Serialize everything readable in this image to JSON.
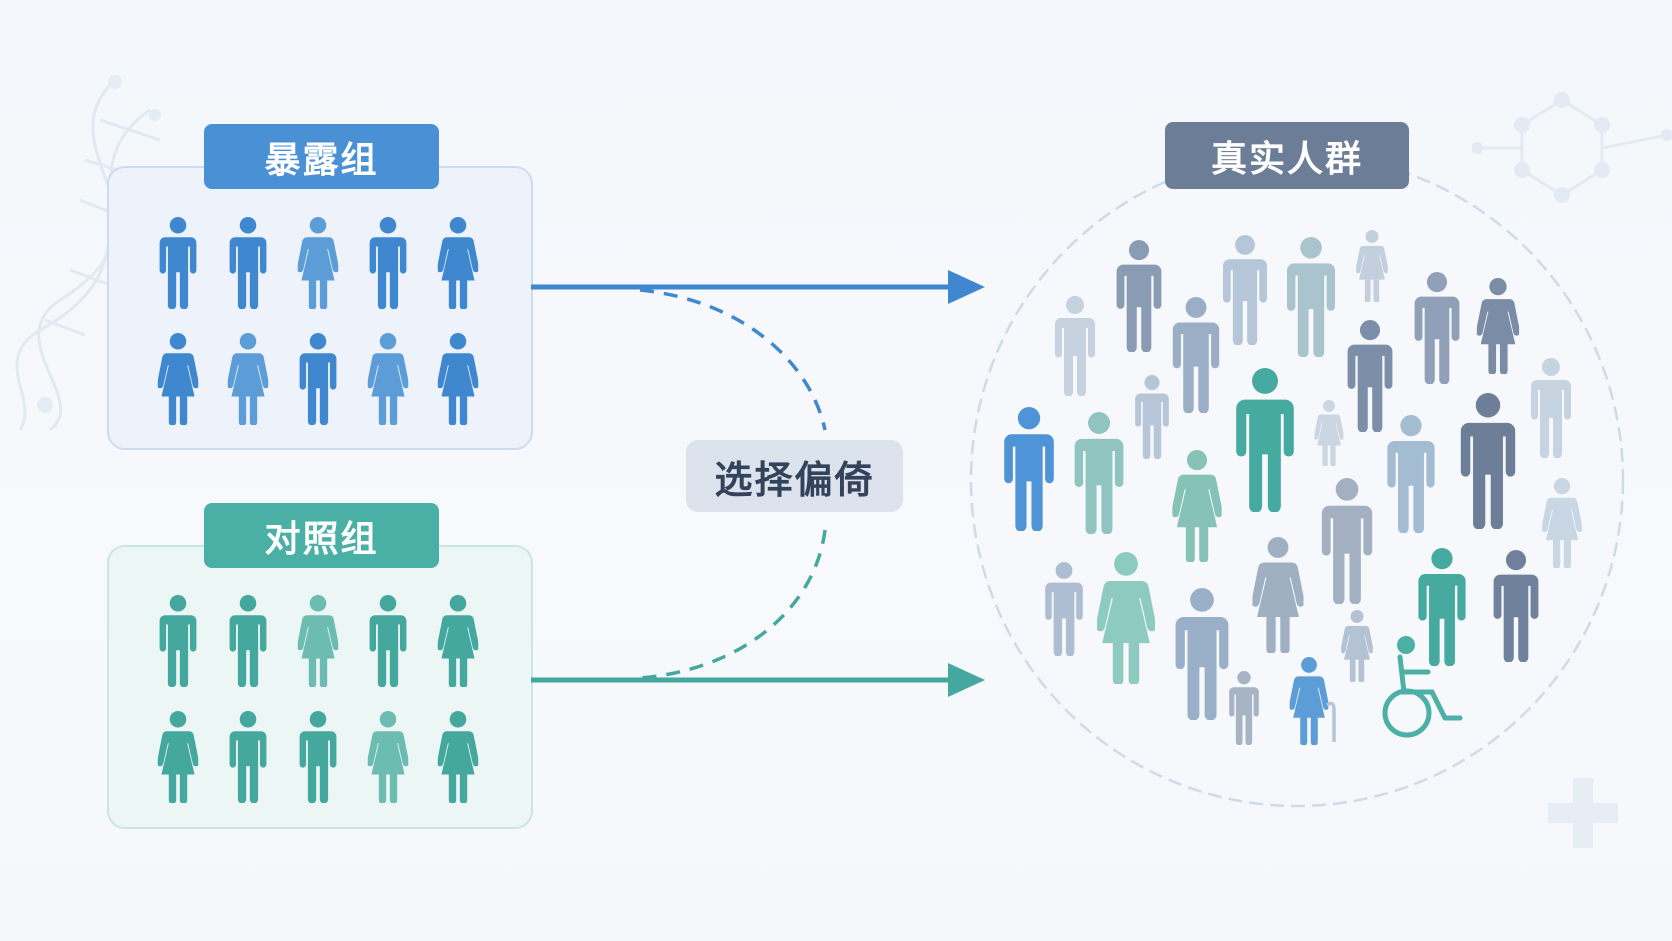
{
  "exposed_group": {
    "label": "暴露组",
    "color": "#4a90d4",
    "members": 10
  },
  "control_group": {
    "label": "对照组",
    "color": "#4ab0a6",
    "members": 10
  },
  "real_population": {
    "label": "真实人群"
  },
  "bias": {
    "label": "选择偏倚"
  },
  "colors": {
    "exposed_arrow": "#3f88cf",
    "control_arrow": "#44a89e",
    "population_ring": "#c9d6e6"
  },
  "icons": [
    "person-icon",
    "wheelchair-icon",
    "dna-icon",
    "molecule-icon",
    "plus-icon"
  ]
}
